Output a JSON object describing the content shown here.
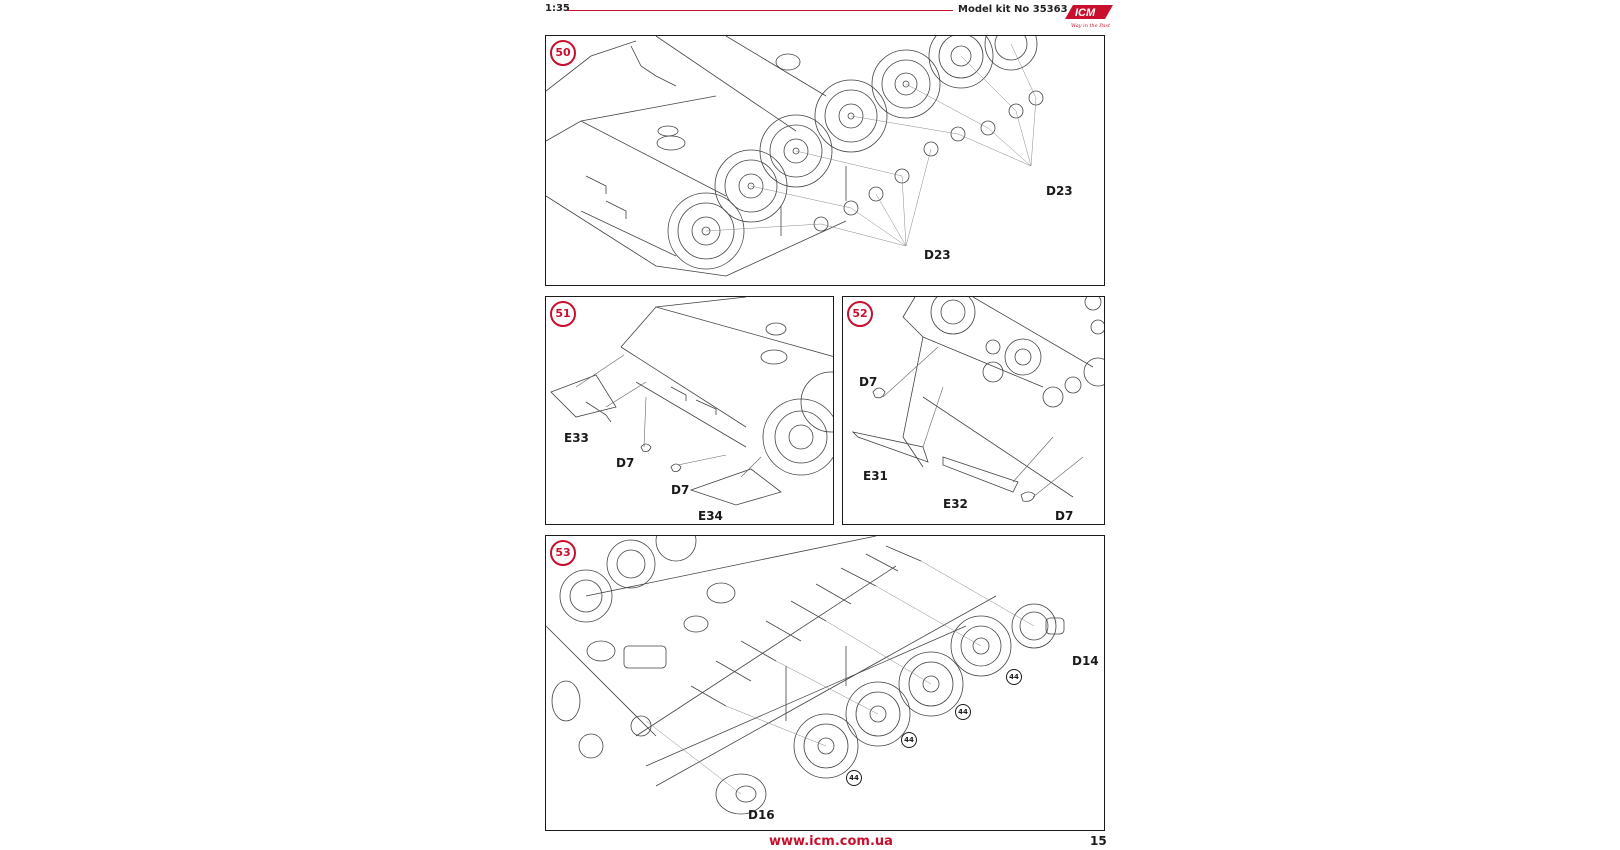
{
  "header": {
    "scale": "1:35",
    "kit_label": "Model kit No 35363",
    "brand": "ICM",
    "tagline": "Way in the Past",
    "accent_color": "#c8102e"
  },
  "steps": [
    {
      "number": "50",
      "labels": [
        "D23",
        "D23"
      ]
    },
    {
      "number": "51",
      "labels": [
        "E33",
        "D7",
        "D7",
        "E34"
      ]
    },
    {
      "number": "52",
      "labels": [
        "D7",
        "E31",
        "E32",
        "D7"
      ]
    },
    {
      "number": "53",
      "labels": [
        "D14",
        "D16"
      ],
      "circled": [
        "44",
        "44",
        "44",
        "44"
      ]
    }
  ],
  "footer": {
    "url": "www.icm.com.ua",
    "page_number": "15"
  }
}
